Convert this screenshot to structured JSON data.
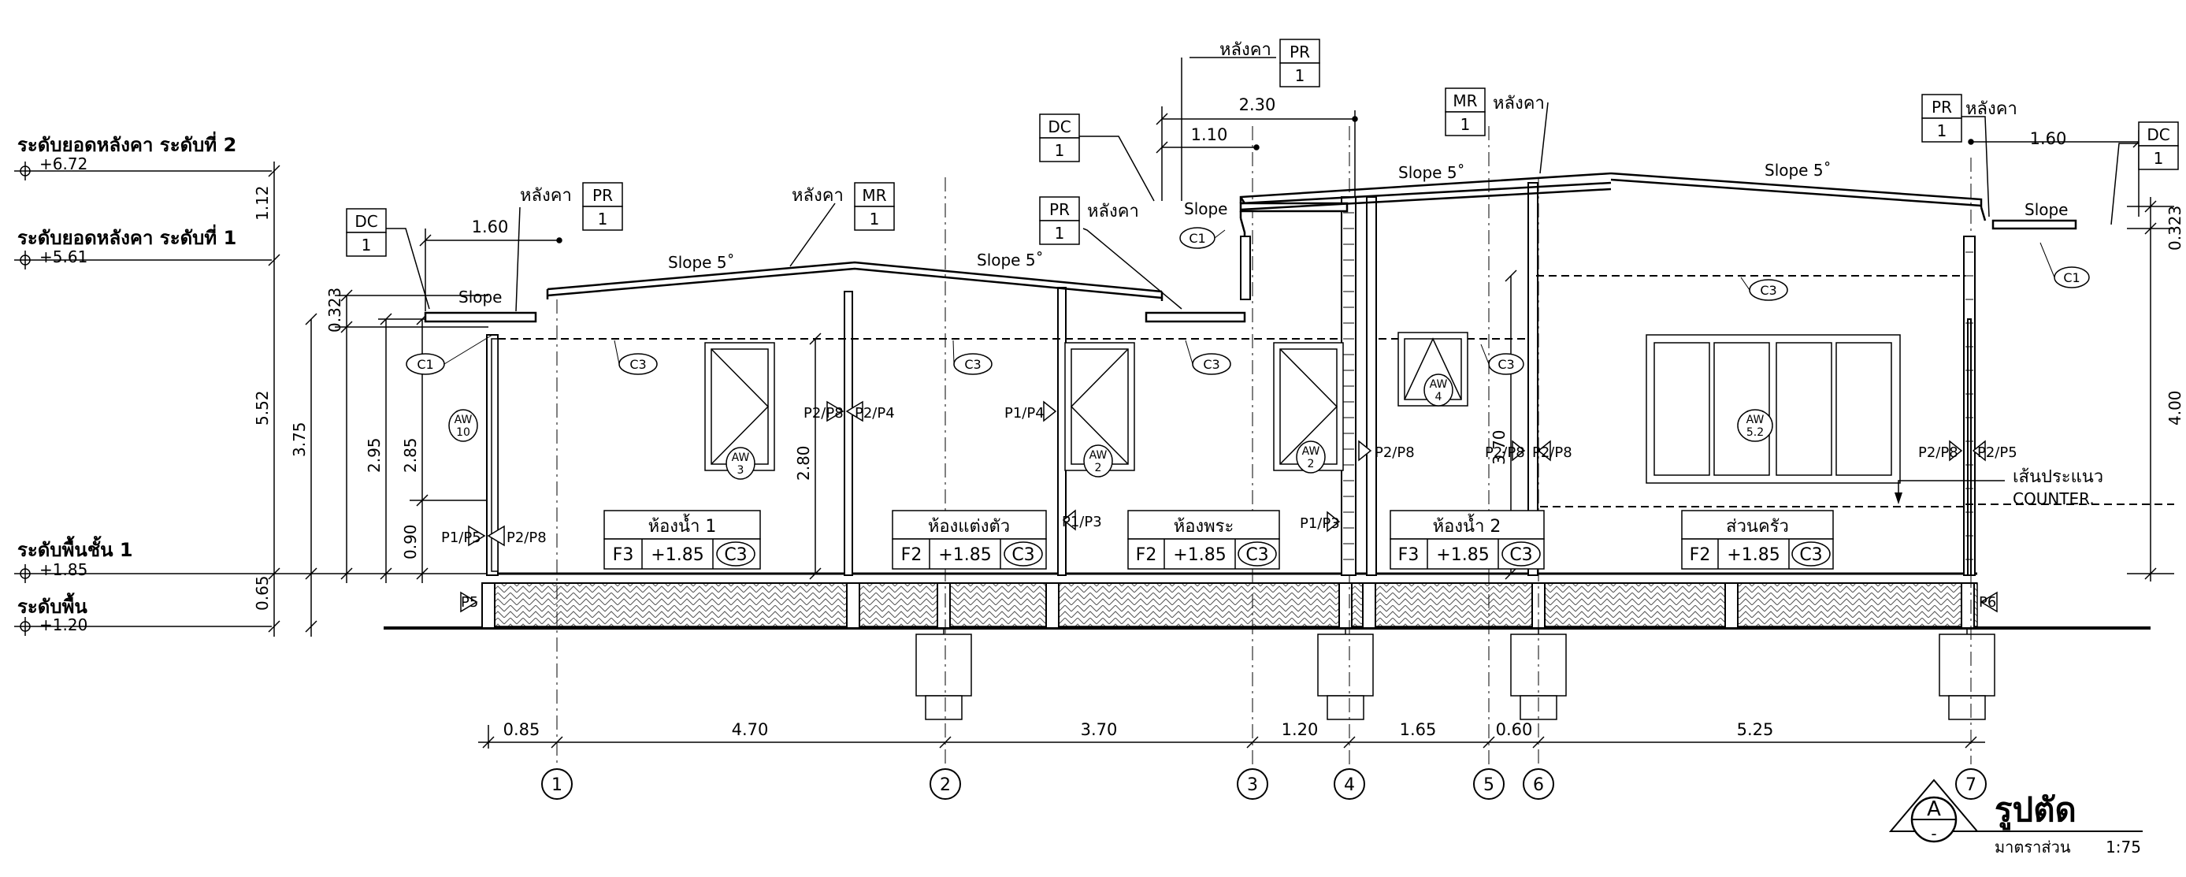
{
  "levels": [
    {
      "label": "ระดับยอดหลังคา ระดับที่ 2",
      "value": "+6.72"
    },
    {
      "label": "ระดับยอดหลังคา ระดับที่ 1",
      "value": "+5.61"
    },
    {
      "label": "ระดับพื้นชั้น 1",
      "value": "+1.85"
    },
    {
      "label": "ระดับพื้น",
      "value": "+1.20"
    }
  ],
  "left_dims": {
    "outer_total": "5.52",
    "outer_top": "1.12",
    "outer_bottom": "0.65",
    "mid": "3.75",
    "small": "0.323",
    "inner_a": "2.95",
    "inner_b": "2.85",
    "inner_c": "0.90"
  },
  "right_dims": {
    "small": "0.323",
    "tall": "4.00"
  },
  "plan_dims": [
    "0.85",
    "4.70",
    "3.70",
    "1.20",
    "1.65",
    "0.60",
    "5.25"
  ],
  "grid": [
    "1",
    "2",
    "3",
    "4",
    "5",
    "6",
    "7"
  ],
  "top_dims": {
    "d230": "2.30",
    "d110": "1.10",
    "d160_left": "1.60",
    "d160_right": "1.60"
  },
  "roof": {
    "text": "หลังคา",
    "slope": "Slope",
    "slope5": "Slope 5˚",
    "pr": "PR",
    "mr": "MR",
    "dc": "DC",
    "one": "1",
    "c1": "C1",
    "c3": "C3"
  },
  "inner_dims": {
    "h280": "2.80",
    "h370": "3.70"
  },
  "windows": [
    {
      "code": "AW",
      "num": "10"
    },
    {
      "code": "AW",
      "num": "3"
    },
    {
      "code": "AW",
      "num": "2"
    },
    {
      "code": "AW",
      "num": "2"
    },
    {
      "code": "AW",
      "num": "4"
    },
    {
      "code": "AW",
      "num": "5.2"
    }
  ],
  "partitions": {
    "p1p5": "P1/P5",
    "p2p8": "P2/P8",
    "p2p4": "P2/P4",
    "p1p4": "P1/P4",
    "p1p3": "P1/P3",
    "p2p5": "P2/P5",
    "p5": "P5",
    "p6": "P6"
  },
  "rooms": [
    {
      "name": "ห้องน้ำ 1",
      "floor": "F3",
      "level": "+1.85",
      "ceiling": "C3"
    },
    {
      "name": "ห้องแต่งตัว",
      "floor": "F2",
      "level": "+1.85",
      "ceiling": "C3"
    },
    {
      "name": "ห้องพระ",
      "floor": "F2",
      "level": "+1.85",
      "ceiling": "C3"
    },
    {
      "name": "ห้องน้ำ 2",
      "floor": "F3",
      "level": "+1.85",
      "ceiling": "C3"
    },
    {
      "name": "ส่วนครัว",
      "floor": "F2",
      "level": "+1.85",
      "ceiling": "C3"
    }
  ],
  "counter_note": {
    "th": "เส้นประแนว",
    "en": "COUNTER."
  },
  "title": {
    "marker": "A",
    "sub": "-",
    "name": "รูปตัด",
    "scale_label": "มาตราส่วน",
    "scale": "1:75"
  },
  "colors": {
    "line": "#000000",
    "hatch": "#555555",
    "background": "#ffffff"
  }
}
